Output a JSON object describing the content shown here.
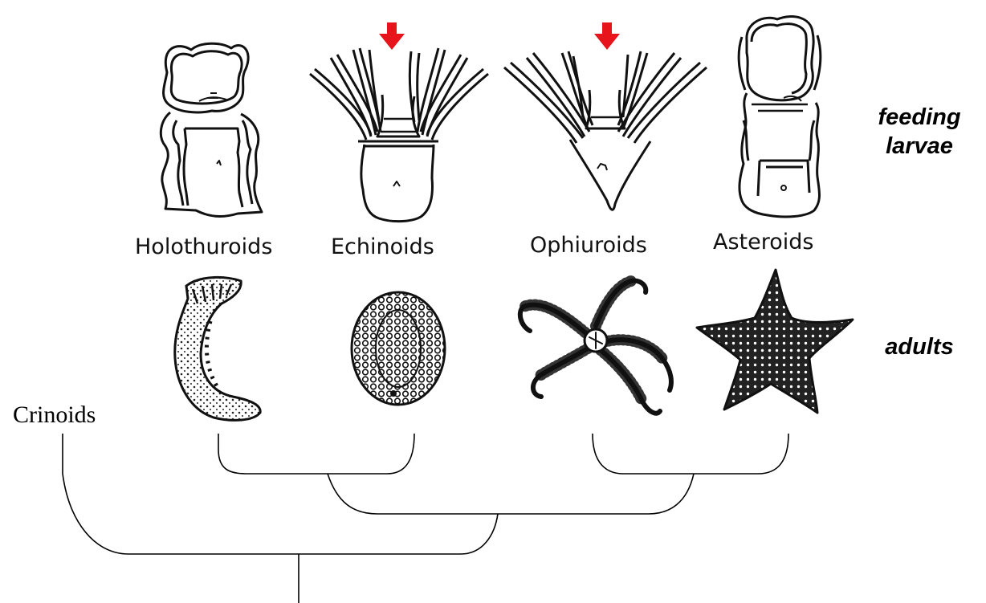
{
  "labels": {
    "holothuroids": "Holothuroids",
    "echinoids": "Echinoids",
    "ophiuroids": "Ophiuroids",
    "asteroids": "Asteroids",
    "crinoids": "Crinoids"
  },
  "row_labels": {
    "feeding_larvae_line1": "feeding",
    "feeding_larvae_line2": "larvae",
    "adults": "adults"
  },
  "colors": {
    "arrow": "#e8141b",
    "line": "#000000"
  }
}
